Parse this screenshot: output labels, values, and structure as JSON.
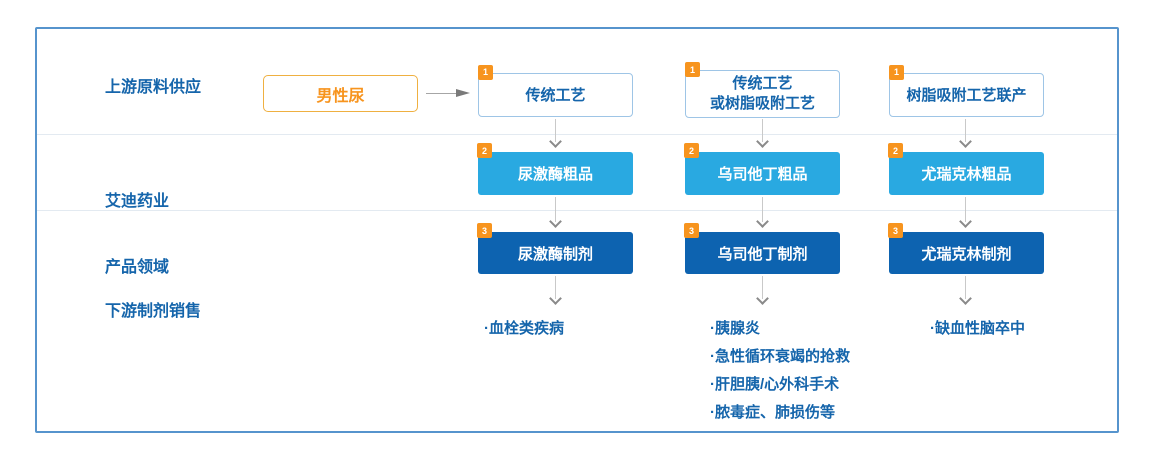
{
  "colors": {
    "accent_orange": "#f7941e",
    "badge_orange": "#f7941e",
    "light_blue_box": "#29a9e1",
    "dark_blue_box": "#0d63b0",
    "text_blue": "#1565ab",
    "container_border_blue": "#5694cd",
    "process_box_border": "#9ec5e6",
    "source_box_border": "#efb041",
    "divider_gray": "#e3eaf1",
    "arrow_gray": "#8a8a8a"
  },
  "rows": {
    "upstream_label": "上游原料供应",
    "company_label_line1": "艾迪药业",
    "company_label_line2": "产品领域",
    "downstream_label": "下游制剂销售"
  },
  "source": {
    "label": "男性尿"
  },
  "columns": [
    {
      "process": {
        "badge": "1",
        "lines": [
          "传统工艺"
        ]
      },
      "crude": {
        "badge": "2",
        "label": "尿激酶粗品"
      },
      "formulation": {
        "badge": "3",
        "label": "尿激酶制剂"
      },
      "applications": [
        "·血栓类疾病"
      ]
    },
    {
      "process": {
        "badge": "1",
        "lines": [
          "传统工艺",
          "或树脂吸附工艺"
        ]
      },
      "crude": {
        "badge": "2",
        "label": "乌司他丁粗品"
      },
      "formulation": {
        "badge": "3",
        "label": "乌司他丁制剂"
      },
      "applications": [
        "·胰腺炎",
        "·急性循环衰竭的抢救",
        "·肝胆胰/心外科手术",
        "·脓毒症、肺损伤等"
      ]
    },
    {
      "process": {
        "badge": "1",
        "lines": [
          "树脂吸附工艺联产"
        ]
      },
      "crude": {
        "badge": "2",
        "label": "尤瑞克林粗品"
      },
      "formulation": {
        "badge": "3",
        "label": "尤瑞克林制剂"
      },
      "applications": [
        "·缺血性脑卒中"
      ]
    }
  ]
}
